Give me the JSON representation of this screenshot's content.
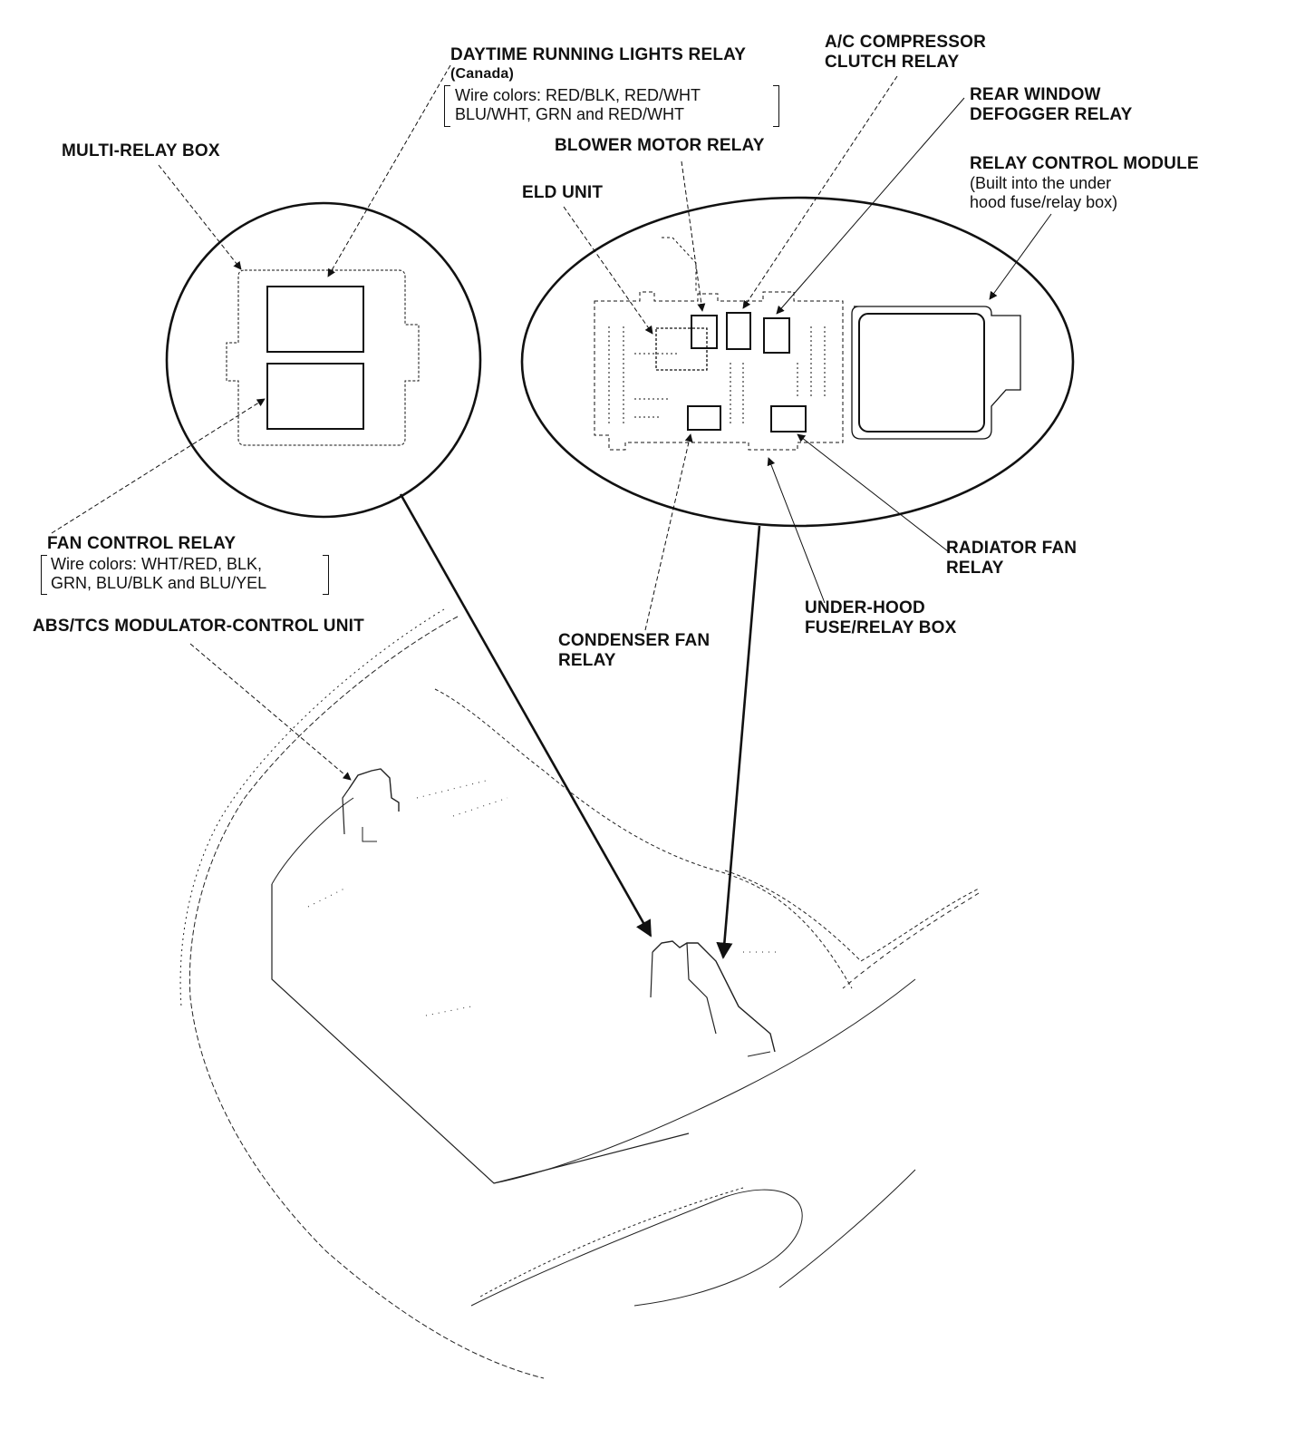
{
  "labels": {
    "drl_relay": {
      "title": "DAYTIME RUNNING LIGHTS RELAY",
      "note": "(Canada)",
      "wire_line1": "Wire colors: RED/BLK, RED/WHT",
      "wire_line2": "BLU/WHT, GRN and RED/WHT"
    },
    "ac_compressor": {
      "line1": "A/C COMPRESSOR",
      "line2": "CLUTCH RELAY"
    },
    "rear_window": {
      "line1": "REAR WINDOW",
      "line2": "DEFOGGER RELAY"
    },
    "multi_relay_box": "MULTI-RELAY BOX",
    "blower_motor": "BLOWER MOTOR RELAY",
    "relay_control": {
      "title": "RELAY CONTROL MODULE",
      "line2": "(Built into the under",
      "line3": "hood fuse/relay box)"
    },
    "eld_unit": "ELD UNIT",
    "fan_control": {
      "title": "FAN CONTROL RELAY",
      "wire_line1": "Wire colors: WHT/RED, BLK,",
      "wire_line2": "GRN, BLU/BLK and BLU/YEL"
    },
    "abs_tcs": "ABS/TCS MODULATOR-CONTROL UNIT",
    "radiator_fan": {
      "line1": "RADIATOR FAN",
      "line2": "RELAY"
    },
    "under_hood": {
      "line1": "UNDER-HOOD",
      "line2": "FUSE/RELAY BOX"
    },
    "condenser_fan": {
      "line1": "CONDENSER FAN",
      "line2": "RELAY"
    }
  },
  "colors": {
    "ink": "#111111",
    "background": "#ffffff"
  }
}
